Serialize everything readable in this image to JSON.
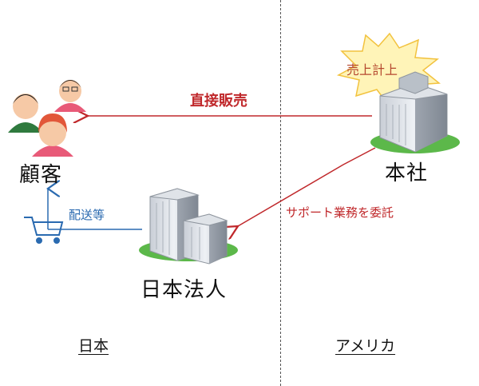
{
  "labels": {
    "customer": "顧客",
    "headquarters": "本社",
    "japan_corp": "日本法人",
    "direct_sales": "直接販売",
    "support_delegation": "サポート業務を委託",
    "delivery": "配送等",
    "sales_booking": "売上計上",
    "region_left": "日本",
    "region_right": "アメリカ"
  },
  "icons": {
    "customers": "people-icon",
    "headquarters": "building-icon",
    "japan_corp": "building-icon",
    "cart": "shopping-cart-icon",
    "burst": "starburst-icon"
  },
  "colors": {
    "red_arrow": "#c0282b",
    "blue_line": "#2a6ab0",
    "burst_fill": "#fff4b8",
    "burst_stroke": "#f2c23e",
    "grass": "#5cb84a"
  }
}
